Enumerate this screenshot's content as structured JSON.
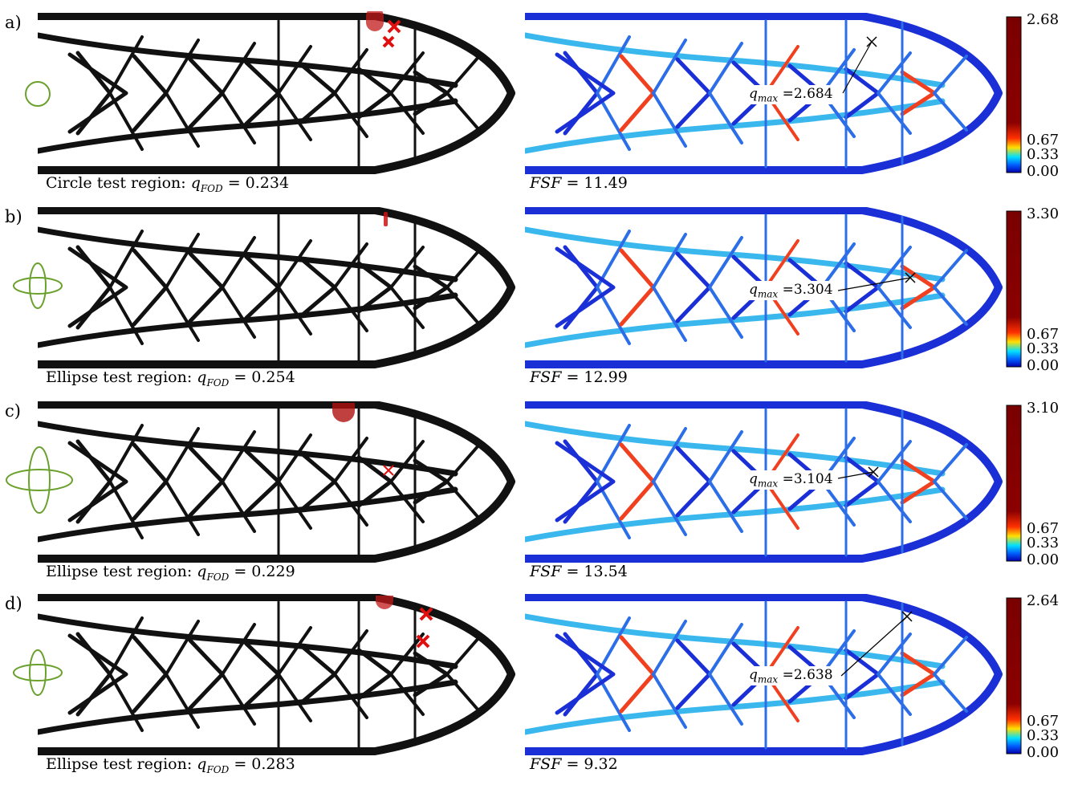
{
  "rows": [
    {
      "label": "a)",
      "caption_text": "Circle test region: ",
      "q_fod_symbol": "q",
      "q_fod_sub": "FOD",
      "q_fod_value": "= 0.234",
      "fsf_label": "FSF",
      "fsf_value": "= 11.49",
      "qmax_symbol": "q",
      "qmax_sub": "max",
      "qmax_value": "=2.684",
      "cb_max": "2.68",
      "cb_t1": "0.67",
      "cb_t2": "0.33",
      "cb_min": "0.00",
      "test_region": "circle"
    },
    {
      "label": "b)",
      "caption_text": "Ellipse test region: ",
      "q_fod_symbol": "q",
      "q_fod_sub": "FOD",
      "q_fod_value": "= 0.254",
      "fsf_label": "FSF",
      "fsf_value": "= 12.99",
      "qmax_symbol": "q",
      "qmax_sub": "max",
      "qmax_value": "=3.304",
      "cb_max": "3.30",
      "cb_t1": "0.67",
      "cb_t2": "0.33",
      "cb_min": "0.00",
      "test_region": "ellipse-small"
    },
    {
      "label": "c)",
      "caption_text": "Ellipse test region: ",
      "q_fod_symbol": "q",
      "q_fod_sub": "FOD",
      "q_fod_value": "= 0.229",
      "fsf_label": "FSF",
      "fsf_value": "= 13.54",
      "qmax_symbol": "q",
      "qmax_sub": "max",
      "qmax_value": "=3.104",
      "cb_max": "3.10",
      "cb_t1": "0.67",
      "cb_t2": "0.33",
      "cb_min": "0.00",
      "test_region": "ellipse-large"
    },
    {
      "label": "d)",
      "caption_text": "Ellipse test region: ",
      "q_fod_symbol": "q",
      "q_fod_sub": "FOD",
      "q_fod_value": "= 0.283",
      "fsf_label": "FSF",
      "fsf_value": "= 9.32",
      "qmax_symbol": "q",
      "qmax_sub": "max",
      "qmax_value": "=2.638",
      "cb_max": "2.64",
      "cb_t1": "0.67",
      "cb_t2": "0.33",
      "cb_min": "0.00",
      "test_region": "ellipse-small"
    }
  ],
  "colors": {
    "structure": "#111111",
    "test_region": "#6aa02c",
    "marker": "#e01010",
    "stress_low": "#1a2fd6",
    "stress_mid": "#3ab8ee",
    "stress_high": "#8b0000"
  }
}
